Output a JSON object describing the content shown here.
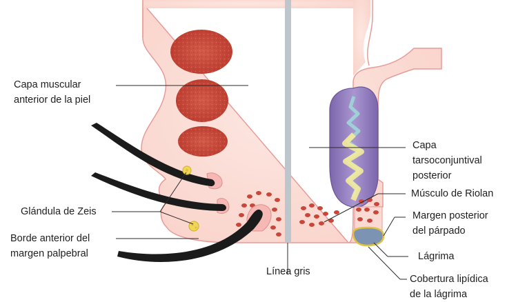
{
  "labels": {
    "muscular": {
      "lines": [
        "Capa muscular",
        "anterior de la piel"
      ]
    },
    "zeis": {
      "lines": [
        "Glándula de Zeis"
      ]
    },
    "borde": {
      "lines": [
        "Borde anterior del",
        "margen palpebral"
      ]
    },
    "linea_gris": {
      "lines": [
        "Línea gris"
      ]
    },
    "tarso": {
      "lines": [
        "Capa",
        "tarsoconjuntival",
        "posterior"
      ]
    },
    "riolan": {
      "lines": [
        "Músculo de Riolan"
      ]
    },
    "margen_posterior": {
      "lines": [
        "Margen posterior",
        "del párpado"
      ]
    },
    "lagrima": {
      "lines": [
        "Lágrima"
      ]
    },
    "cobertura": {
      "lines": [
        "Cobertura lipídica",
        "de la lágrima"
      ]
    }
  },
  "colors": {
    "skin": "#fbdad3",
    "skin_edge": "#e89a9a",
    "muscle": "#c9473a",
    "gray_line": "#b9c3c9",
    "gland": "#8e78b8",
    "lash": "#1b1b1b",
    "zeis": "#f0d75a",
    "tear": "#7d93b3"
  }
}
